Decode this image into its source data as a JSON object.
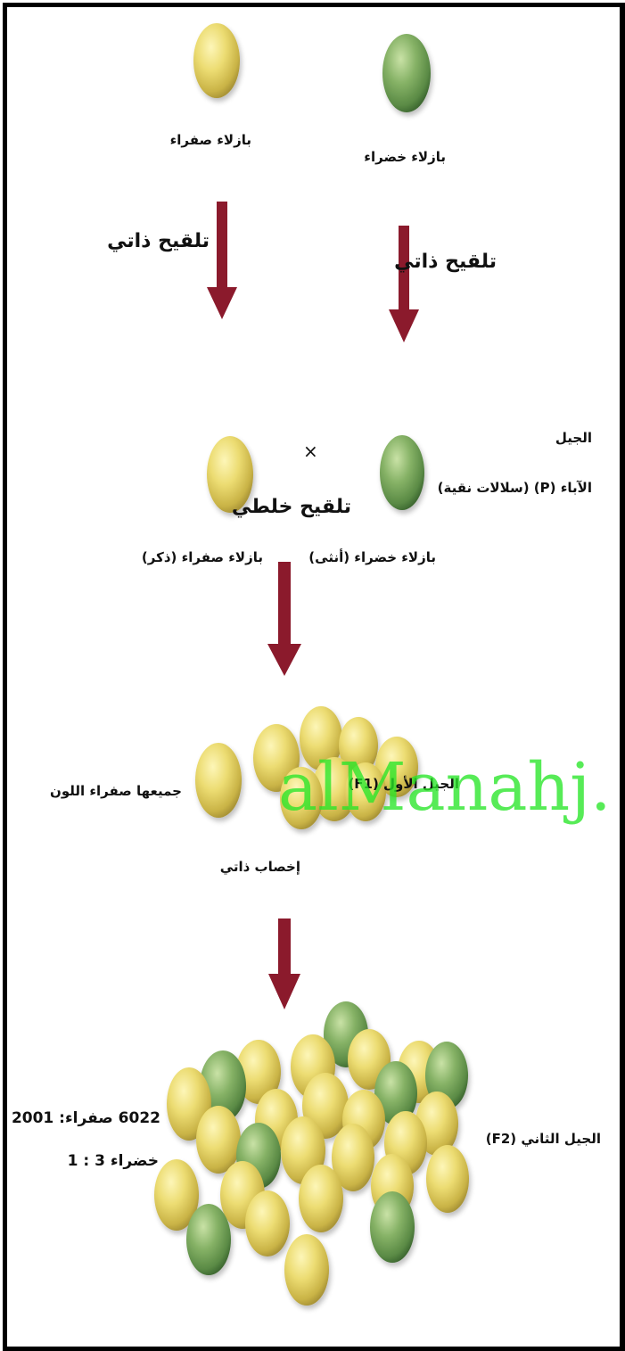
{
  "parents": {
    "yellow_label": "بازلاء صفراء",
    "green_label": "بازلاء خضراء",
    "self_pollination_left": "تلقيح ذاتي",
    "self_pollination_right": "تلقيح ذاتي"
  },
  "p_generation": {
    "heading": "الجيل",
    "subheading": "الآباء (P) (سلالات نقية)",
    "cross_symbol": "×",
    "cross_label": "تلقيح خلطي",
    "female_label": "بازلاء خضراء (أنثى)",
    "male_label": "بازلاء صفراء (ذكر)"
  },
  "f1_generation": {
    "label": "الجيل الأول (F1)",
    "result": "جميعها صفراء اللون",
    "process": "إخصاب ذاتي"
  },
  "f2_generation": {
    "label": "الجيل الثاني (F2)",
    "counts": "6022 صفراء: 2001",
    "ratio": "خضراء 3 : 1"
  },
  "watermark": "alManahj.",
  "colors": {
    "arrow": "#8b1a2c",
    "yellow_pea": "#e7d766",
    "green_pea": "#78a55a",
    "watermark": "#28e628"
  }
}
